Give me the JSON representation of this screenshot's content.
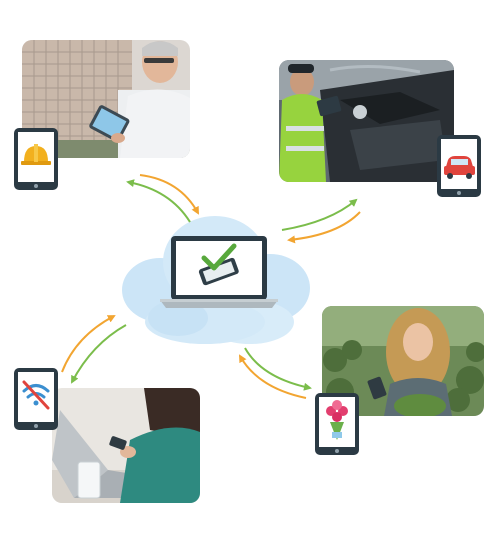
{
  "colors": {
    "arrow_orange": "#F2A531",
    "arrow_green": "#7BBD4B",
    "cloud": "#D3E9F8",
    "cloud_dark": "#BFDFF5",
    "device_frame": "#2B3A44",
    "check": "#58A83C"
  },
  "central": {
    "icon": "laptop-with-phone-checkmark-icon"
  },
  "nodes": [
    {
      "id": "construction",
      "photo": "construction-manager-with-tablet-photo",
      "icon": "hard-hat-icon"
    },
    {
      "id": "auto",
      "photo": "auto-damage-inspection-photo",
      "icon": "car-icon"
    },
    {
      "id": "florist",
      "photo": "woman-in-greenhouse-with-phone-photo",
      "icon": "flower-bouquet-icon"
    },
    {
      "id": "offline",
      "photo": "person-using-phone-at-laptop-photo",
      "icon": "no-wifi-icon"
    }
  ]
}
